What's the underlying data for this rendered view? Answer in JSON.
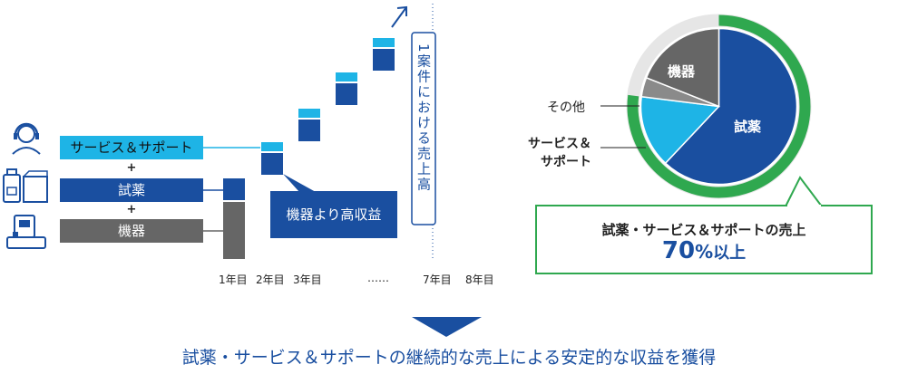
{
  "left": {
    "services_label": "サービス＆サポート",
    "plus1": "+",
    "reagent_label": "試薬",
    "plus2": "+",
    "equipment_label": "機器",
    "callout": "機器より高収益",
    "vertical_caption": "1案件における売上高",
    "years": [
      "1年目",
      "2年目",
      "3年目",
      "……",
      "7年目",
      "8年目"
    ]
  },
  "right": {
    "pie_labels": {
      "equipment": "機器",
      "reagent": "試薬",
      "other": "その他",
      "services": "サービス＆\nサポート"
    },
    "box_line1": "試薬・サービス＆サポートの売上",
    "box_big": "70",
    "box_pct": "%",
    "box_suffix": "以上"
  },
  "footer": "試薬・サービス＆サポートの継続的な売上による安定的な収益を獲得",
  "colors": {
    "navy": "#1a4fa0",
    "cyan": "#1eb4e6",
    "gray": "#666666",
    "green": "#2fa84f",
    "lightgray": "#e6e6e6"
  },
  "chart_data": {
    "type": "pie",
    "categories": [
      "試薬",
      "サービス＆サポート",
      "その他",
      "機器"
    ],
    "values": [
      62,
      15,
      4,
      19
    ]
  }
}
